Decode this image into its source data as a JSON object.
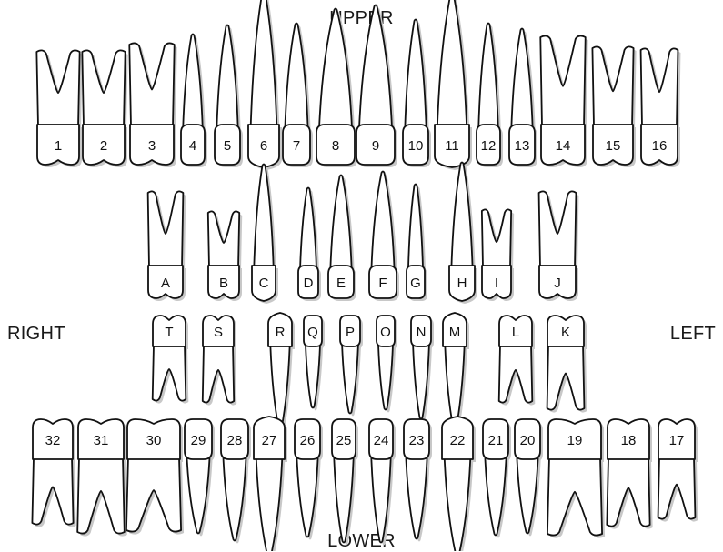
{
  "labels": {
    "upper": "UPPER",
    "lower": "LOWER",
    "right": "RIGHT",
    "left": "LEFT"
  },
  "colors": {
    "outline": "#111111",
    "fill": "#ffffff",
    "shadow": "#c8c8c8"
  },
  "rows": {
    "upper_permanent": [
      {
        "label": "1",
        "type": "molar"
      },
      {
        "label": "2",
        "type": "molar"
      },
      {
        "label": "3",
        "type": "molar"
      },
      {
        "label": "4",
        "type": "premolar"
      },
      {
        "label": "5",
        "type": "premolar"
      },
      {
        "label": "6",
        "type": "canine"
      },
      {
        "label": "7",
        "type": "incisor"
      },
      {
        "label": "8",
        "type": "incisor"
      },
      {
        "label": "9",
        "type": "incisor"
      },
      {
        "label": "10",
        "type": "incisor"
      },
      {
        "label": "11",
        "type": "canine"
      },
      {
        "label": "12",
        "type": "premolar"
      },
      {
        "label": "13",
        "type": "premolar"
      },
      {
        "label": "14",
        "type": "molar"
      },
      {
        "label": "15",
        "type": "molar"
      },
      {
        "label": "16",
        "type": "molar"
      }
    ],
    "upper_primary": [
      {
        "label": "A",
        "type": "molar"
      },
      {
        "label": "B",
        "type": "molar"
      },
      {
        "label": "C",
        "type": "canine"
      },
      {
        "label": "D",
        "type": "incisor"
      },
      {
        "label": "E",
        "type": "incisor"
      },
      {
        "label": "F",
        "type": "incisor"
      },
      {
        "label": "G",
        "type": "incisor"
      },
      {
        "label": "H",
        "type": "canine"
      },
      {
        "label": "I",
        "type": "molar"
      },
      {
        "label": "J",
        "type": "molar"
      }
    ],
    "lower_primary": [
      {
        "label": "T",
        "type": "molar"
      },
      {
        "label": "S",
        "type": "molar"
      },
      {
        "label": "R",
        "type": "canine"
      },
      {
        "label": "Q",
        "type": "incisor"
      },
      {
        "label": "P",
        "type": "incisor"
      },
      {
        "label": "O",
        "type": "incisor"
      },
      {
        "label": "N",
        "type": "incisor"
      },
      {
        "label": "M",
        "type": "canine"
      },
      {
        "label": "L",
        "type": "molar"
      },
      {
        "label": "K",
        "type": "molar"
      }
    ],
    "lower_permanent": [
      {
        "label": "32",
        "type": "molar"
      },
      {
        "label": "31",
        "type": "molar"
      },
      {
        "label": "30",
        "type": "molar"
      },
      {
        "label": "29",
        "type": "premolar"
      },
      {
        "label": "28",
        "type": "premolar"
      },
      {
        "label": "27",
        "type": "canine"
      },
      {
        "label": "26",
        "type": "incisor"
      },
      {
        "label": "25",
        "type": "incisor"
      },
      {
        "label": "24",
        "type": "incisor"
      },
      {
        "label": "23",
        "type": "incisor"
      },
      {
        "label": "22",
        "type": "canine"
      },
      {
        "label": "21",
        "type": "premolar"
      },
      {
        "label": "20",
        "type": "premolar"
      },
      {
        "label": "19",
        "type": "molar"
      },
      {
        "label": "18",
        "type": "molar"
      },
      {
        "label": "17",
        "type": "molar"
      }
    ]
  }
}
